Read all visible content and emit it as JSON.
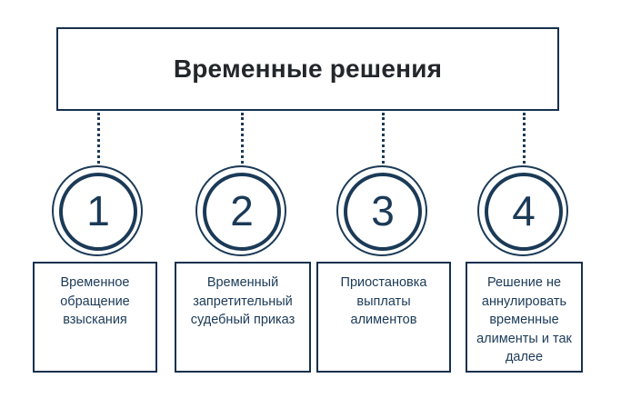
{
  "diagram": {
    "type": "numbered-process-chart",
    "title": "Временные решения",
    "colors": {
      "accent": "#1b3a57",
      "border": "#16304d",
      "title_text": "#23272b",
      "background": "#ffffff"
    },
    "steps": [
      {
        "number": "1",
        "caption": "Временное обращение взыскания"
      },
      {
        "number": "2",
        "caption": "Временный запретительный судебный приказ"
      },
      {
        "number": "3",
        "caption": "Приостановка выплаты алиментов"
      },
      {
        "number": "4",
        "caption": "Решение не аннулировать временные алименты и так далее"
      }
    ]
  }
}
